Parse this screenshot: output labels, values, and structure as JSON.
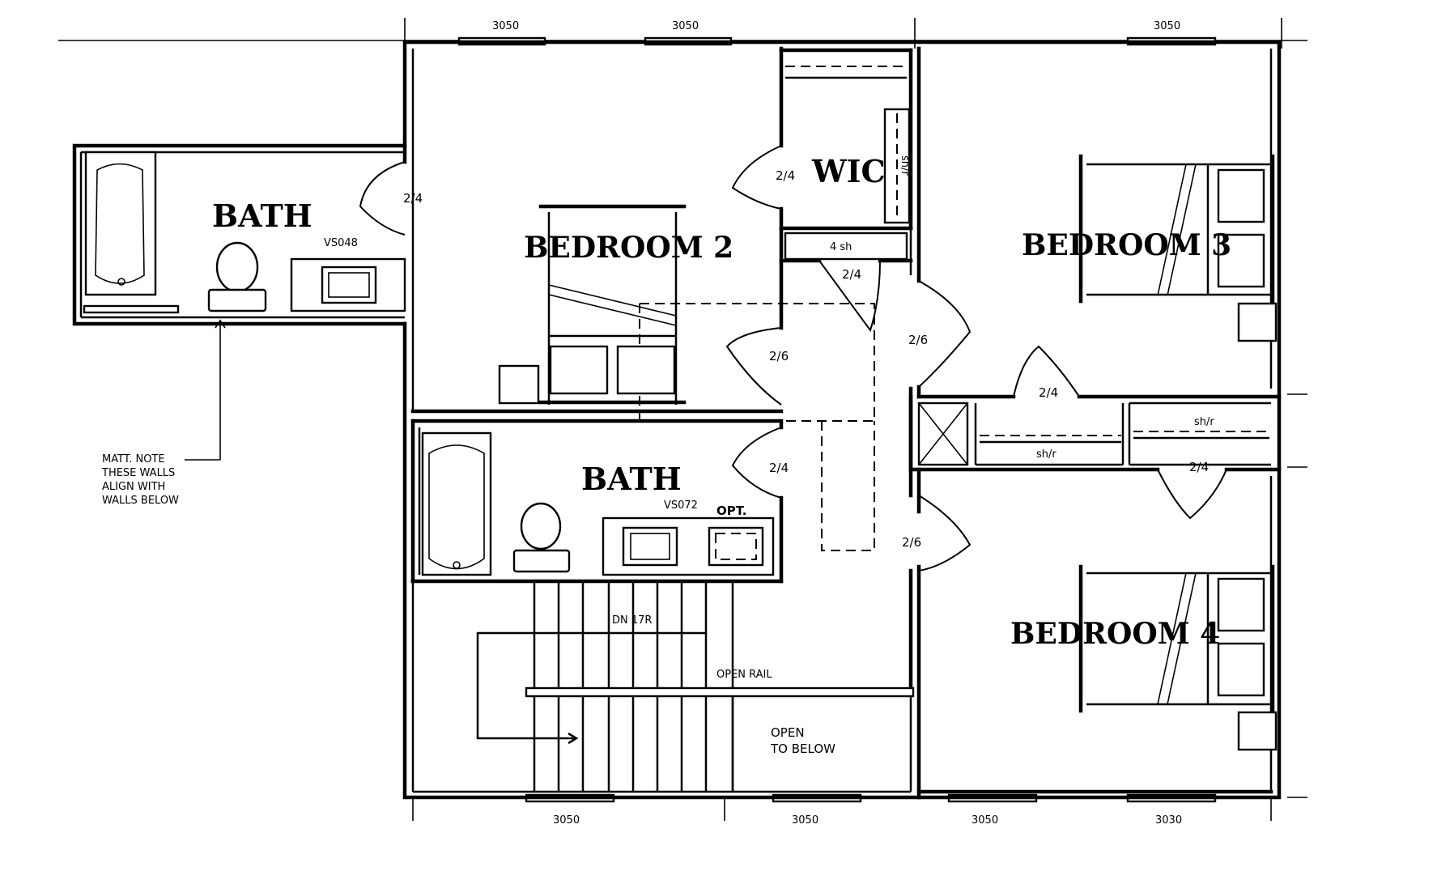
{
  "rooms": {
    "bath_left": "BATH",
    "bedroom2": "BEDROOM 2",
    "wic": "WIC",
    "bedroom3": "BEDROOM 3",
    "bath_center": "BATH",
    "bedroom4": "BEDROOM 4"
  },
  "windows": {
    "top_1": "3050",
    "top_2": "3050",
    "top_3": "3050",
    "bottom_1": "3050",
    "bottom_2": "3050",
    "bottom_3": "3050",
    "bottom_4": "3030"
  },
  "doors": {
    "bath_left": "2/4",
    "wic": "2/4",
    "linen": "2/4",
    "bedroom2": "2/6",
    "bedroom3": "2/6",
    "bath_center": "2/4",
    "bedroom4": "2/6",
    "closet3": "2/4",
    "closet4": "2/4"
  },
  "shelves": {
    "wic": "sh/r",
    "linen": "4 sh",
    "closet3": "sh/r",
    "closet4": "sh/r"
  },
  "vanities": {
    "left": "VS048",
    "center": "VS072",
    "opt": "OPT."
  },
  "notes": {
    "stairs": "DN 17R",
    "rail": "OPEN RAIL",
    "open_below_1": "OPEN",
    "open_below_2": "TO BELOW",
    "wall_note": [
      "MATT. NOTE",
      "THESE WALLS",
      "ALIGN WITH",
      "WALLS BELOW"
    ]
  }
}
